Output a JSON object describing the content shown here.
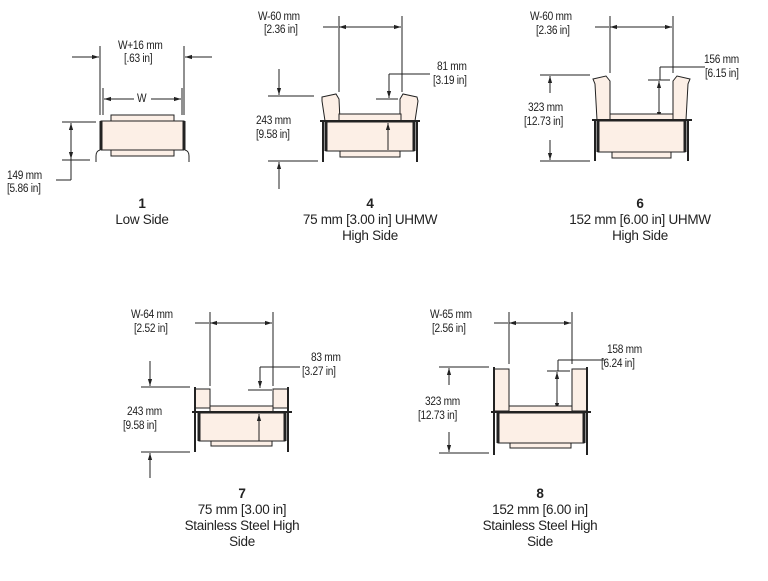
{
  "colors": {
    "fill": "#fcefe6",
    "stroke": "#222222",
    "wall": "#1a1a1a",
    "background": "#ffffff"
  },
  "diagrams": [
    {
      "id": "1",
      "number": "1",
      "caption": [
        "Low Side"
      ],
      "dims": {
        "width_total": {
          "mm": "W+16 mm",
          "in": "[.63 in]"
        },
        "width_inner": "W",
        "height": {
          "mm": "149 mm",
          "in": "[5.86 in]"
        }
      }
    },
    {
      "id": "4",
      "number": "4",
      "caption": [
        "75 mm [3.00 in] UHMW",
        "High Side"
      ],
      "dims": {
        "width": {
          "mm": "W-60 mm",
          "in": "[2.36 in]"
        },
        "side_height": {
          "mm": "81 mm",
          "in": "[3.19 in]"
        },
        "height": {
          "mm": "243 mm",
          "in": "[9.58 in]"
        }
      }
    },
    {
      "id": "6",
      "number": "6",
      "caption": [
        "152 mm [6.00 in] UHMW",
        "High Side"
      ],
      "dims": {
        "width": {
          "mm": "W-60 mm",
          "in": "[2.36 in]"
        },
        "side_height": {
          "mm": "156 mm",
          "in": "[6.15 in]"
        },
        "height": {
          "mm": "323 mm",
          "in": "[12.73 in]"
        }
      }
    },
    {
      "id": "7",
      "number": "7",
      "caption": [
        "75 mm [3.00 in]",
        "Stainless Steel High",
        "Side"
      ],
      "dims": {
        "width": {
          "mm": "W-64 mm",
          "in": "[2.52 in]"
        },
        "side_height": {
          "mm": "83 mm",
          "in": "[3.27 in]"
        },
        "height": {
          "mm": "243 mm",
          "in": "[9.58 in]"
        }
      }
    },
    {
      "id": "8",
      "number": "8",
      "caption": [
        "152 mm [6.00 in]",
        "Stainless Steel High",
        "Side"
      ],
      "dims": {
        "width": {
          "mm": "W-65 mm",
          "in": "[2.56 in]"
        },
        "side_height": {
          "mm": "158 mm",
          "in": "[6.24 in]"
        },
        "height": {
          "mm": "323 mm",
          "in": "[12.73 in]"
        }
      }
    }
  ]
}
